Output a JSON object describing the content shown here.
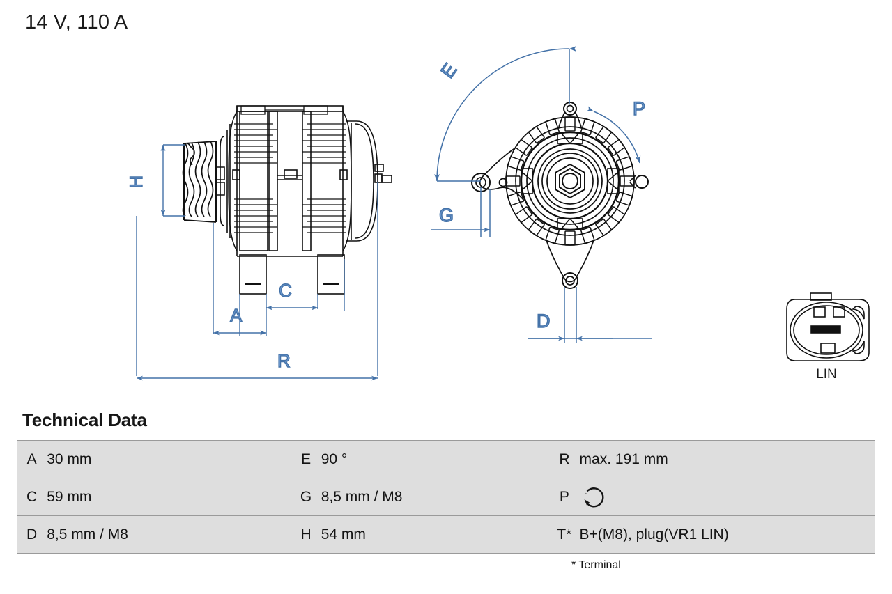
{
  "header": {
    "title": "14 V, 110 A"
  },
  "drawing": {
    "side_view": {
      "name": "alternator-side-view",
      "dimension_labels": [
        "H",
        "A",
        "C",
        "R"
      ]
    },
    "front_view": {
      "name": "alternator-front-view",
      "dimension_labels": [
        "E",
        "P",
        "G",
        "D"
      ]
    },
    "connector": {
      "name": "lin-connector",
      "label": "LIN"
    }
  },
  "technical_data": {
    "heading": "Technical Data",
    "footnote": "* Terminal",
    "rows": [
      {
        "key1": "A",
        "val1": "30 mm",
        "key2": "E",
        "val2": "90 °",
        "key3": "R",
        "val3": "max. 191 mm"
      },
      {
        "key1": "C",
        "val1": "59 mm",
        "key2": "G",
        "val2": "8,5 mm / M8",
        "key3": "P",
        "val3": ""
      },
      {
        "key1": "D",
        "val1": "8,5 mm / M8",
        "key2": "H",
        "val2": "54 mm",
        "key3": "T*",
        "val3": "B+(M8), plug(VR1 LIN)"
      }
    ]
  },
  "colors": {
    "dimension_blue": "#4472a8",
    "line_black": "#111111",
    "cell_gray": "#dedede",
    "rule_gray": "#9a9a9a"
  }
}
